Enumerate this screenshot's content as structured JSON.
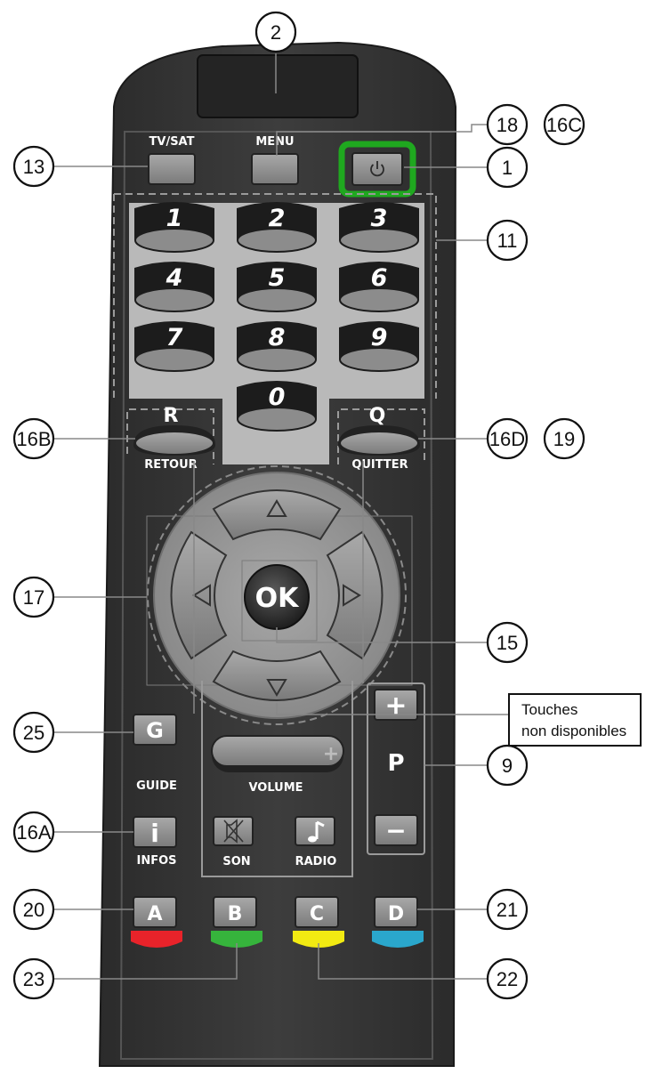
{
  "remote": {
    "labels": {
      "tvsat": "TV/SAT",
      "menu": "MENU",
      "retour": "RETOUR",
      "quitter": "QUITTER",
      "volume": "VOLUME",
      "guide": "GUIDE",
      "infos": "INFOS",
      "son": "SON",
      "radio": "RADIO"
    },
    "keys": {
      "retour_letter": "R",
      "quitter_letter": "Q",
      "ok": "OK",
      "guide_letter": "G",
      "infos_letter": "i",
      "a": "A",
      "b": "B",
      "c": "C",
      "d": "D",
      "plus": "+",
      "minus": "−",
      "p": "P"
    },
    "digits": [
      "1",
      "2",
      "3",
      "4",
      "5",
      "6",
      "7",
      "8",
      "9",
      "0"
    ],
    "colors": {
      "body": "#3a3a3a",
      "key_gray": "#8f8f8f",
      "keypad_bg": "#b9b9b9",
      "power_highlight": "#1fa81f",
      "red": "#e8232a",
      "green": "#36b43c",
      "yellow": "#f2ea12",
      "blue": "#2aa7cc"
    }
  },
  "callouts": {
    "c1": "1",
    "c2": "2",
    "c9": "9",
    "c11": "11",
    "c13": "13",
    "c15": "15",
    "c16a": "16A",
    "c16b": "16B",
    "c16c": "16C",
    "c16d": "16D",
    "c17": "17",
    "c18": "18",
    "c19": "19",
    "c20": "20",
    "c21": "21",
    "c22": "22",
    "c23": "23",
    "c25": "25"
  },
  "note": {
    "line1": "Touches",
    "line2": "non disponibles"
  }
}
